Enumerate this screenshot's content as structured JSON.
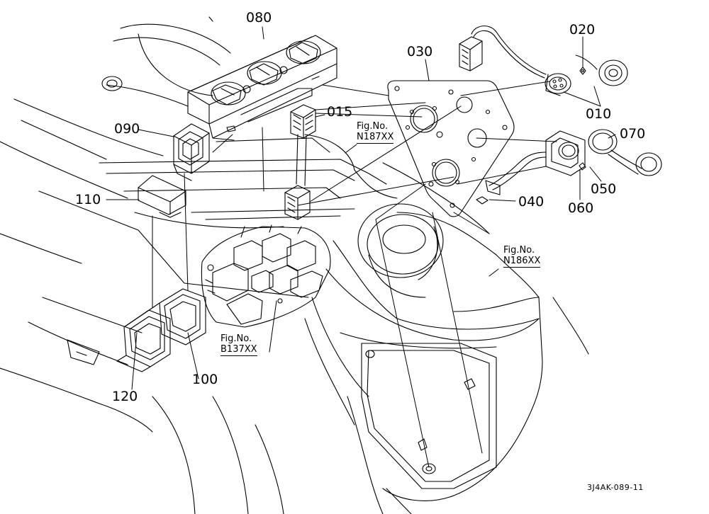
{
  "parts": [
    {
      "id": "p080",
      "number": "080"
    },
    {
      "id": "p090",
      "number": "090"
    },
    {
      "id": "p110",
      "number": "110"
    },
    {
      "id": "p120",
      "number": "120"
    },
    {
      "id": "p100",
      "number": "100"
    },
    {
      "id": "p015",
      "number": "015"
    },
    {
      "id": "p030",
      "number": "030"
    },
    {
      "id": "p020",
      "number": "020"
    },
    {
      "id": "p010",
      "number": "010"
    },
    {
      "id": "p070",
      "number": "070"
    },
    {
      "id": "p050",
      "number": "050"
    },
    {
      "id": "p040",
      "number": "040"
    },
    {
      "id": "p060",
      "number": "060"
    }
  ],
  "figure_refs": [
    {
      "id": "n187",
      "caption": "Fig.No.",
      "ref": "N187XX"
    },
    {
      "id": "n186",
      "caption": "Fig.No.",
      "ref": "N186XX"
    },
    {
      "id": "b137",
      "caption": "Fig.No.",
      "ref": "B137XX"
    }
  ],
  "drawing_code": "3J4AK-089-11"
}
